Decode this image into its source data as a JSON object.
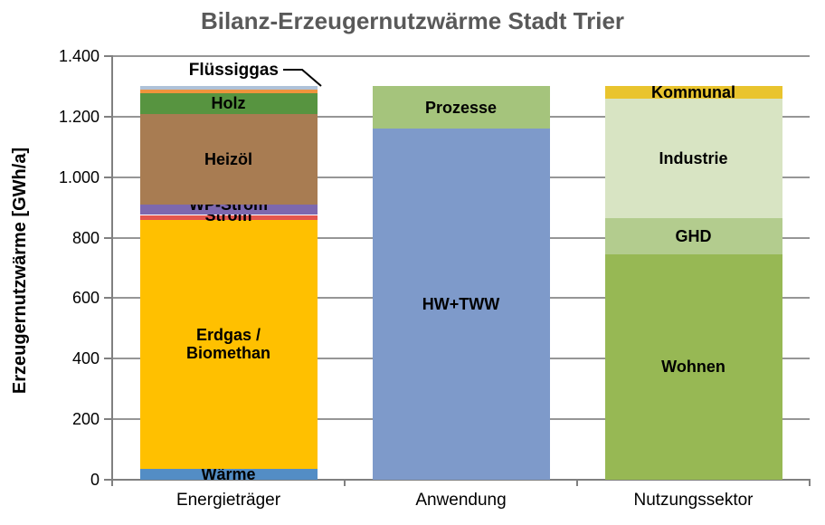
{
  "title": "Bilanz-Erzeugernutzwärme Stadt Trier",
  "colors": {
    "title": "#595959",
    "axis": "#808080",
    "gridline": "#969696",
    "background": "#FFFFFF",
    "segment_label": "#000000",
    "callout_line": "#000000"
  },
  "chart_data": {
    "type": "bar",
    "stacked": true,
    "title": "Bilanz-Erzeugernutzwärme Stadt Trier",
    "xlabel": "",
    "ylabel": "Erzeugernutzwärme [GWh/a]",
    "unit": "GWh/a",
    "ylim": [
      0,
      1400
    ],
    "grid": true,
    "legend_position": "none (labels inside bars)",
    "categories": [
      "Energieträger",
      "Anwendung",
      "Nutzungssektor"
    ],
    "y_ticks": [
      {
        "value": 0,
        "label": "0"
      },
      {
        "value": 200,
        "label": "200"
      },
      {
        "value": 400,
        "label": "400"
      },
      {
        "value": 600,
        "label": "600"
      },
      {
        "value": 800,
        "label": "800"
      },
      {
        "value": 1000,
        "label": "1.000"
      },
      {
        "value": 1200,
        "label": "1.200"
      },
      {
        "value": 1400,
        "label": "1.400"
      }
    ],
    "bars": [
      {
        "category": "Energieträger",
        "total": 1300,
        "segments": [
          {
            "label": "Wärme",
            "value": 35,
            "color": "#538DC5"
          },
          {
            "label": "Erdgas /\nBiomethan",
            "value": 825,
            "color": "#FFC000"
          },
          {
            "label": "Strom",
            "value": 15,
            "color": "#E4564E",
            "label_dy": -2
          },
          {
            "label": "WP-Strom",
            "value": 35,
            "color": "#7D68AE",
            "label_dy": -6
          },
          {
            "label": "Heizöl",
            "value": 300,
            "color": "#A87C52"
          },
          {
            "label": "Holz",
            "value": 68,
            "color": "#579440"
          },
          {
            "label": "Flüssiggas",
            "value": 12,
            "color": "#F0943C",
            "callout": true
          },
          {
            "label": "",
            "value": 10,
            "color": "#AFC2D8"
          }
        ]
      },
      {
        "category": "Anwendung",
        "total": 1300,
        "segments": [
          {
            "label": "HW+TWW",
            "value": 1160,
            "color": "#7E9ACA"
          },
          {
            "label": "Prozesse",
            "value": 140,
            "color": "#A5C47C"
          }
        ]
      },
      {
        "category": "Nutzungssektor",
        "total": 1300,
        "segments": [
          {
            "label": "Wohnen",
            "value": 745,
            "color": "#97B854"
          },
          {
            "label": "GHD",
            "value": 120,
            "color": "#B3CC8E"
          },
          {
            "label": "Industrie",
            "value": 395,
            "color": "#D8E4C3"
          },
          {
            "label": "Kommunal",
            "value": 40,
            "color": "#E9C42E"
          }
        ]
      }
    ]
  }
}
